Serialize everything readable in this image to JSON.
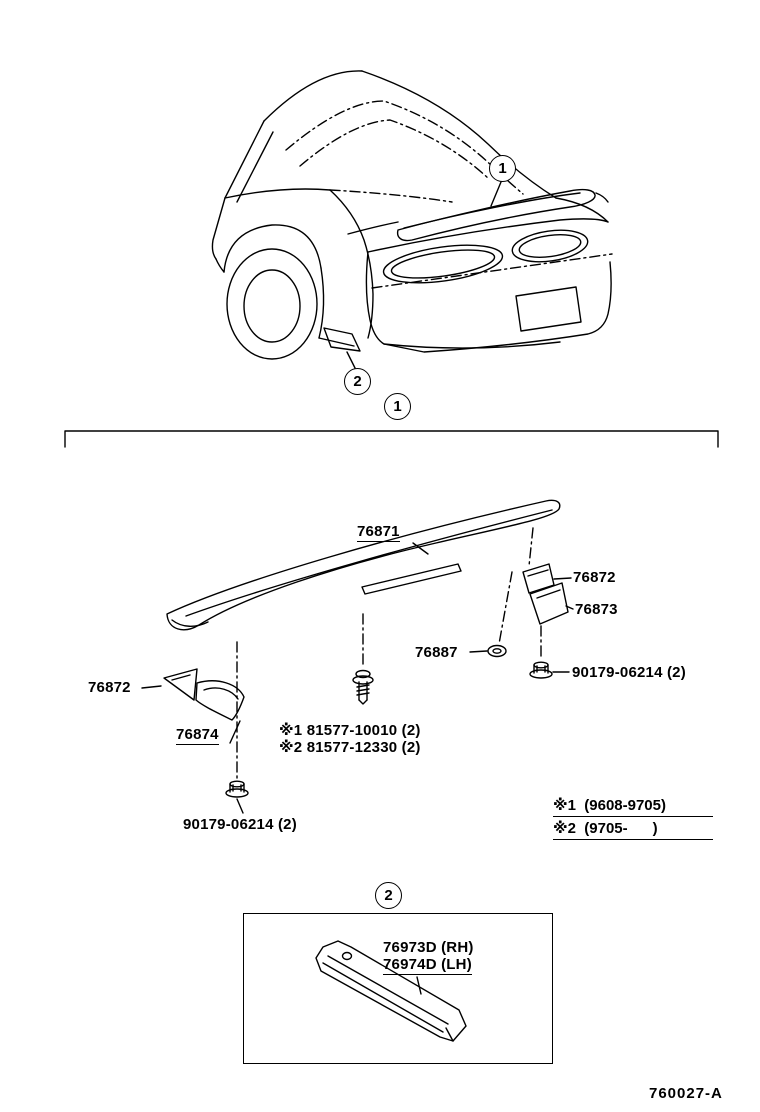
{
  "drawing": {
    "number": "760027-A"
  },
  "callouts": {
    "one": "1",
    "two": "2"
  },
  "parts": {
    "spoiler": "76871",
    "pad_right": "76872",
    "retainer_right": "76873",
    "grommet": "76887",
    "nut_right": "90179-06214 (2)",
    "pad_left": "76872",
    "retainer_left": "76874",
    "screw_variant_1": "※1 81577-10010 (2)",
    "screw_variant_2": "※2 81577-12330 (2)",
    "nut_left": "90179-06214 (2)",
    "marker_rh": "76973D (RH)",
    "marker_lh": "76974D (LH)"
  },
  "notes": {
    "line1": "※1  (9608-9705)",
    "line2": "※2  (9705-      )"
  }
}
